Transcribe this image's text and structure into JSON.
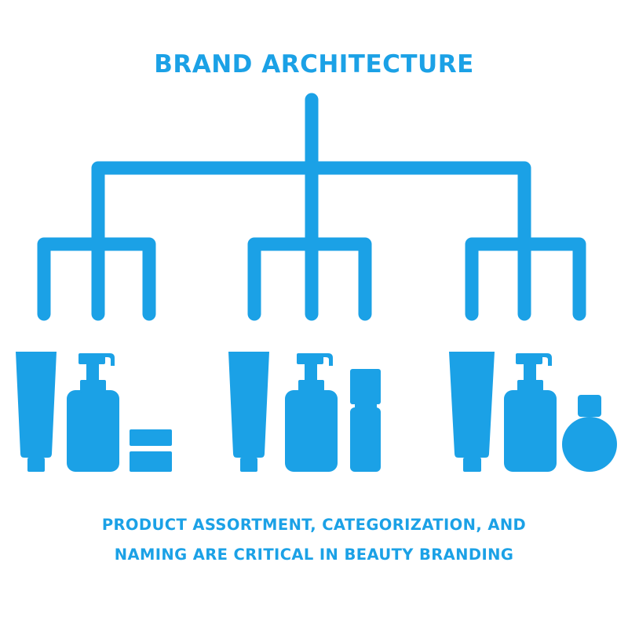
{
  "title": "BRAND ARCHITECTURE",
  "caption": {
    "line1": "PRODUCT ASSORTMENT, CATEGORIZATION, AND",
    "line2": "NAMING ARE CRITICAL IN BEAUTY BRANDING"
  },
  "colors": {
    "accent": "#1ba1e6",
    "background": "#ffffff"
  },
  "groups": [
    {
      "products": [
        "tube-icon",
        "pump-bottle-icon",
        "jar-icon"
      ]
    },
    {
      "products": [
        "tube-icon",
        "pump-bottle-icon",
        "serum-bottle-icon"
      ]
    },
    {
      "products": [
        "tube-icon",
        "pump-bottle-icon",
        "perfume-bottle-icon"
      ]
    }
  ]
}
